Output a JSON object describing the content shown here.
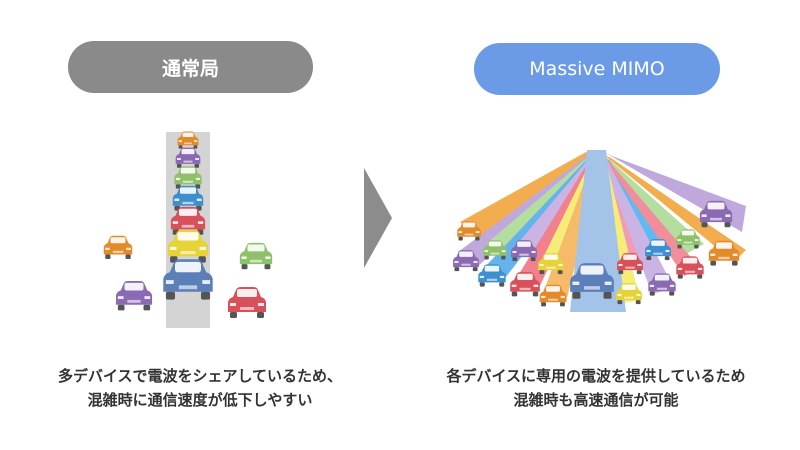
{
  "left": {
    "title": "通常局",
    "caption_line1": "多デバイスで電波をシェアしているため、",
    "caption_line2": "混雑時に通信速度が低下しやすい"
  },
  "right": {
    "title": "Massive MIMO",
    "caption_line1": "各デバイスに専用の電波を提供しているため",
    "caption_line2": "混雑時も高速通信が可能"
  },
  "colors": {
    "left_pill": "#8a8a8a",
    "right_pill": "#6b9be6",
    "arrow": "#8c8c8c",
    "lane": "#d4d4d4",
    "car_orange": "#e38a2a",
    "car_purple": "#8a6bb3",
    "car_green": "#8fc06a",
    "car_blue": "#3f8fd0",
    "car_red": "#d8505a",
    "car_yellow": "#e6d33a",
    "car_steel": "#5b7fb8"
  }
}
